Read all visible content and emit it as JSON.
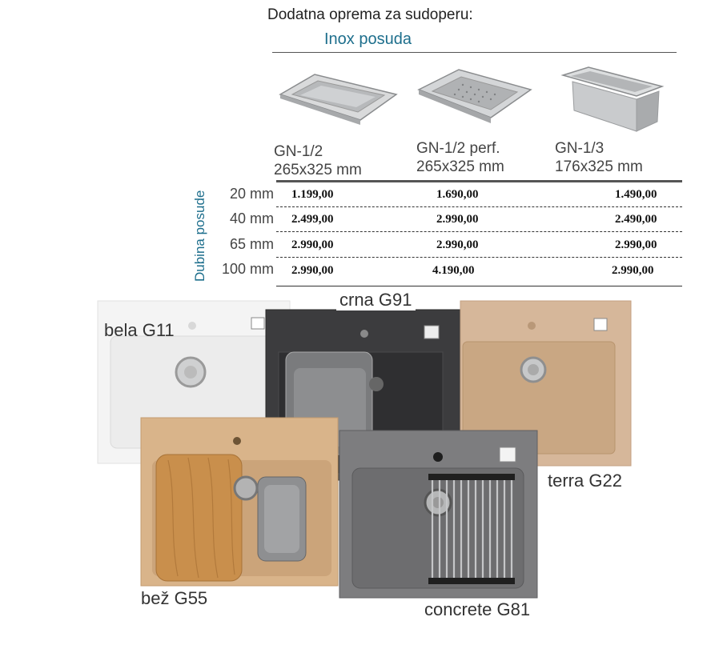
{
  "heading": "Dodatna oprema za sudoperu:",
  "subheading": "Inox posuda",
  "products": [
    {
      "code": "GN-1/2",
      "size": "265x325 mm"
    },
    {
      "code": "GN-1/2 perf.",
      "size": "265x325 mm"
    },
    {
      "code": "GN-1/3",
      "size": "176x325 mm"
    }
  ],
  "depth_axis_label": "Dubina posude",
  "price_rows": [
    {
      "depth": "20 mm",
      "prices": [
        "1.199,00",
        "1.690,00",
        "1.490,00"
      ]
    },
    {
      "depth": "40 mm",
      "prices": [
        "2.499,00",
        "2.990,00",
        "2.490,00"
      ]
    },
    {
      "depth": "65 mm",
      "prices": [
        "2.990,00",
        "2.990,00",
        "2.990,00"
      ]
    },
    {
      "depth": "100 mm",
      "prices": [
        "2.990,00",
        "4.190,00",
        "2.990,00"
      ]
    }
  ],
  "sinks": {
    "bela": "bela G11",
    "crna": "crna G91",
    "terra": "terra G22",
    "bez": "bež G55",
    "concrete": "concrete G81"
  },
  "colors": {
    "accent": "#1d6e8c",
    "bela": "#f4f4f4",
    "crna": "#3c3c3e",
    "terra": "#d6b79a",
    "bez": "#d9b48a",
    "concrete": "#7d7d7f"
  }
}
